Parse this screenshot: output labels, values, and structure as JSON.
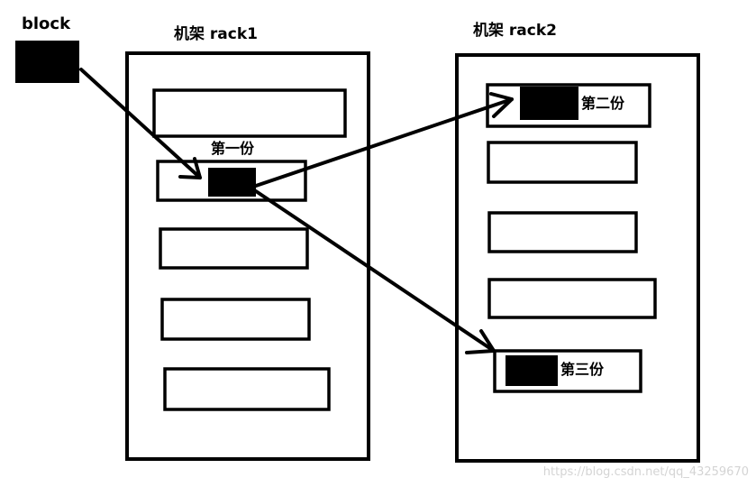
{
  "source_block": {
    "label": "block"
  },
  "racks": [
    {
      "title": "机架 rack1",
      "slot_count": 5,
      "replica_slot": 2,
      "replica_label": "第一份",
      "replica_label_position": "above"
    },
    {
      "title": "机架 rack2",
      "slot_count": 5,
      "replica_slots": [
        {
          "slot": 1,
          "label": "第二份",
          "label_position": "right"
        },
        {
          "slot": 5,
          "label": "第三份",
          "label_position": "right"
        }
      ]
    }
  ],
  "watermark": "https://blog.csdn.net/qq_43259670",
  "colors": {
    "background": "#ffffff",
    "stroke": "#000000",
    "block": "#000000",
    "watermark": "#d4d4d4"
  }
}
